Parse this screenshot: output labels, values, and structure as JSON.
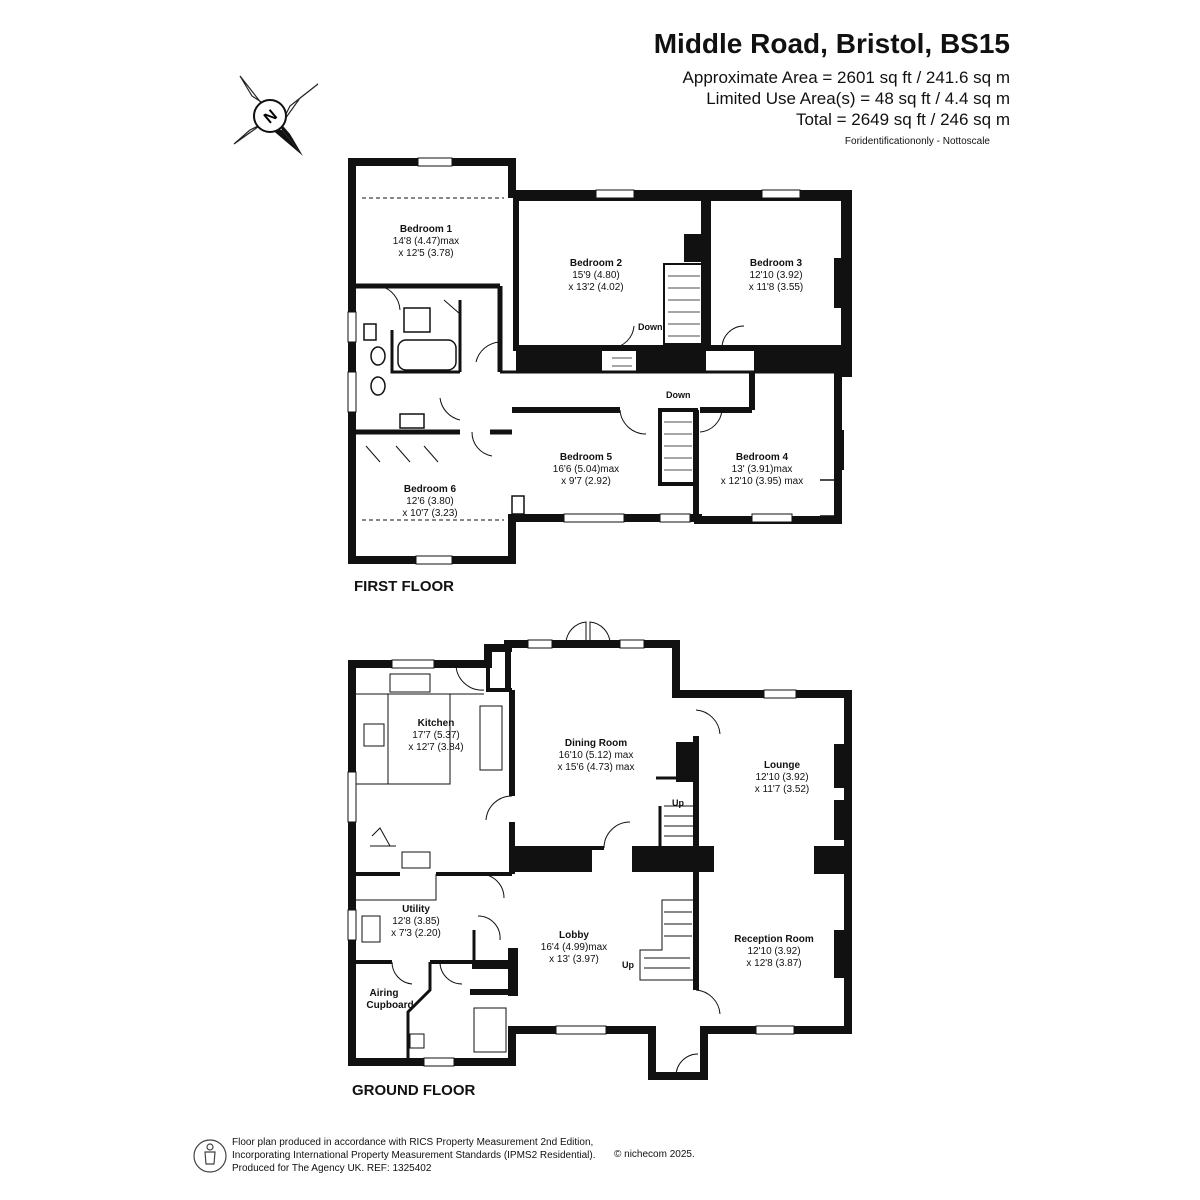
{
  "header": {
    "title": "Middle Road, Bristol, BS15",
    "area_lines": [
      "Approximate Area = 2601 sq ft / 241.6 sq m",
      "Limited Use Area(s) = 48 sq ft / 4.4 sq m",
      "Total = 2649 sq ft / 246 sq m"
    ],
    "note": "Foridentificationonly - Nottoscale"
  },
  "compass": {
    "label": "N",
    "icon": "compass-icon"
  },
  "first_floor": {
    "label": "FIRST FLOOR",
    "rooms": [
      {
        "name": "Bedroom 1",
        "dims": [
          "14'8 (4.47)max",
          "x 12'5 (3.78)"
        ]
      },
      {
        "name": "Bedroom 2",
        "dims": [
          "15'9 (4.80)",
          "x 13'2 (4.02)"
        ]
      },
      {
        "name": "Bedroom 3",
        "dims": [
          "12'10 (3.92)",
          "x 11'8 (3.55)"
        ]
      },
      {
        "name": "Bedroom 4",
        "dims": [
          "13' (3.91)max",
          "x 12'10 (3.95) max"
        ]
      },
      {
        "name": "Bedroom 5",
        "dims": [
          "16'6 (5.04)max",
          "x 9'7 (2.92)"
        ]
      },
      {
        "name": "Bedroom 6",
        "dims": [
          "12'6 (3.80)",
          "x 10'7 (3.23)"
        ]
      }
    ],
    "stair_labels": [
      "Down",
      "Down"
    ]
  },
  "ground_floor": {
    "label": "GROUND FLOOR",
    "rooms": [
      {
        "name": "Kitchen",
        "dims": [
          "17'7 (5.37)",
          "x 12'7 (3.84)"
        ]
      },
      {
        "name": "Dining Room",
        "dims": [
          "16'10 (5.12) max",
          "x 15'6 (4.73) max"
        ]
      },
      {
        "name": "Lounge",
        "dims": [
          "12'10 (3.92)",
          "x 11'7 (3.52)"
        ]
      },
      {
        "name": "Utility",
        "dims": [
          "12'8 (3.85)",
          "x 7'3 (2.20)"
        ]
      },
      {
        "name": "Lobby",
        "dims": [
          "16'4 (4.99)max",
          "x 13' (3.97)"
        ]
      },
      {
        "name": "Reception Room",
        "dims": [
          "12'10 (3.92)",
          "x 12'8 (3.87)"
        ]
      },
      {
        "name": "Airing Cupboard",
        "lines": [
          "Airing",
          "Cupboard"
        ]
      }
    ],
    "stair_labels": [
      "Up",
      "Up"
    ]
  },
  "footer": {
    "lines": [
      "Floor plan produced in accordance with RICS Property Measurement 2nd Edition,",
      "Incorporating International Property Measurement Standards (IPMS2 Residential).",
      "Produced for The Agency UK. REF: 1325402"
    ],
    "brand": "© nichecom 2025."
  }
}
